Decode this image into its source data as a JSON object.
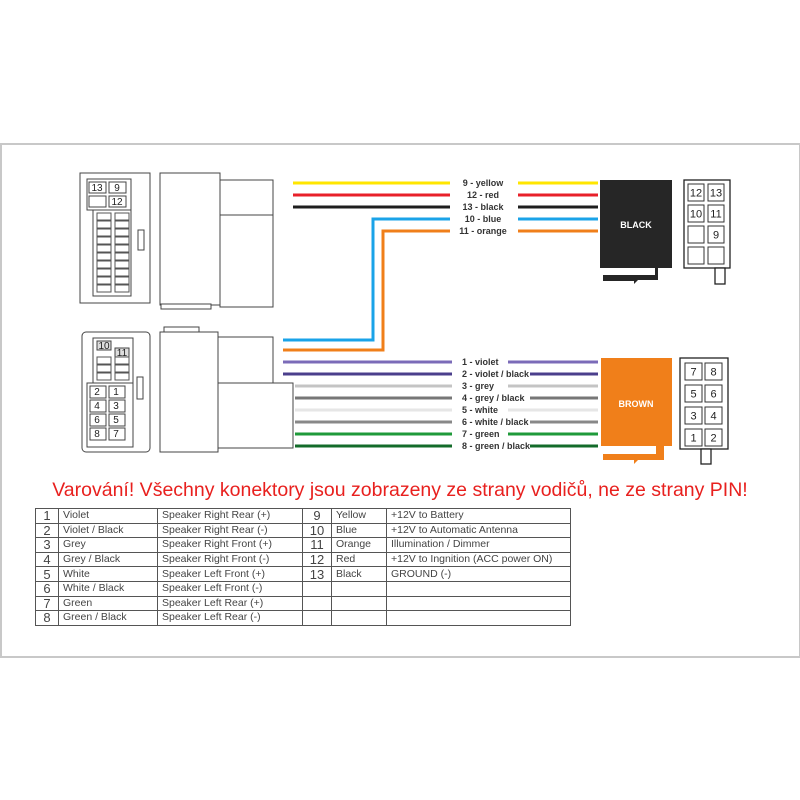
{
  "colors": {
    "yellow": "#ffe600",
    "red": "#e8202a",
    "black": "#1e1e1e",
    "blue": "#1aa3e8",
    "orange": "#f07f1a",
    "violet": "#7b6bb8",
    "violet_black": "#4b3f8c",
    "grey": "#c4c4c4",
    "grey_black": "#777777",
    "white": "#e6e6e6",
    "white_black": "#888888",
    "green": "#1f9a3a",
    "green_black": "#136b2a",
    "warning": "#e8201e"
  },
  "top_wires": [
    {
      "label": "9 - yellow",
      "color": "#ffe600"
    },
    {
      "label": "12 - red",
      "color": "#e8202a"
    },
    {
      "label": "13 - black",
      "color": "#1e1e1e"
    },
    {
      "label": "10 - blue",
      "color": "#1aa3e8"
    },
    {
      "label": "11 - orange",
      "color": "#f07f1a"
    }
  ],
  "bottom_wires": [
    {
      "label": "1 - violet",
      "color": "#7b6bb8"
    },
    {
      "label": "2 - violet / black",
      "color": "#4b3f8c"
    },
    {
      "label": "3 - grey",
      "color": "#c4c4c4"
    },
    {
      "label": "4 - grey / black",
      "color": "#777777"
    },
    {
      "label": "5 - white",
      "color": "#e6e6e6"
    },
    {
      "label": "6 - white / black",
      "color": "#888888"
    },
    {
      "label": "7 - green",
      "color": "#1f9a3a"
    },
    {
      "label": "8 - green / black",
      "color": "#136b2a"
    }
  ],
  "connectors": {
    "black": {
      "label": "BLACK",
      "color": "#262626",
      "pins": [
        "12",
        "13",
        "10",
        "11",
        "",
        "9",
        "",
        ""
      ]
    },
    "brown": {
      "label": "BROWN",
      "color": "#f07f1a",
      "pins": [
        "7",
        "8",
        "5",
        "6",
        "3",
        "4",
        "1",
        "2"
      ]
    },
    "iso_top_pins": [
      "13",
      "9",
      "",
      "12"
    ],
    "iso_bottom_pins_top": [
      "10",
      "11"
    ],
    "iso_bottom_pins": [
      "2",
      "1",
      "4",
      "3",
      "6",
      "5",
      "8",
      "7"
    ]
  },
  "warning": "Varování! Všechny konektory jsou zobrazeny ze strany vodičů, ne ze strany PIN!",
  "table": {
    "rows": [
      [
        "1",
        "Violet",
        "Speaker Right Rear (+)",
        "9",
        "Yellow",
        "+12V to Battery"
      ],
      [
        "2",
        "Violet / Black",
        "Speaker Right Rear (-)",
        "10",
        "Blue",
        "+12V to Automatic Antenna"
      ],
      [
        "3",
        "Grey",
        "Speaker Right Front (+)",
        "11",
        "Orange",
        "Illumination / Dimmer"
      ],
      [
        "4",
        "Grey / Black",
        "Speaker Right Front (-)",
        "12",
        "Red",
        "+12V to Ingnition (ACC power ON)"
      ],
      [
        "5",
        "White",
        "Speaker Left Front (+)",
        "13",
        "Black",
        "GROUND (-)"
      ],
      [
        "6",
        "White / Black",
        "Speaker Left Front (-)",
        "",
        "",
        ""
      ],
      [
        "7",
        "Green",
        "Speaker Left Rear (+)",
        "",
        "",
        ""
      ],
      [
        "8",
        "Green / Black",
        "Speaker Left Rear (-)",
        "",
        "",
        ""
      ]
    ]
  }
}
